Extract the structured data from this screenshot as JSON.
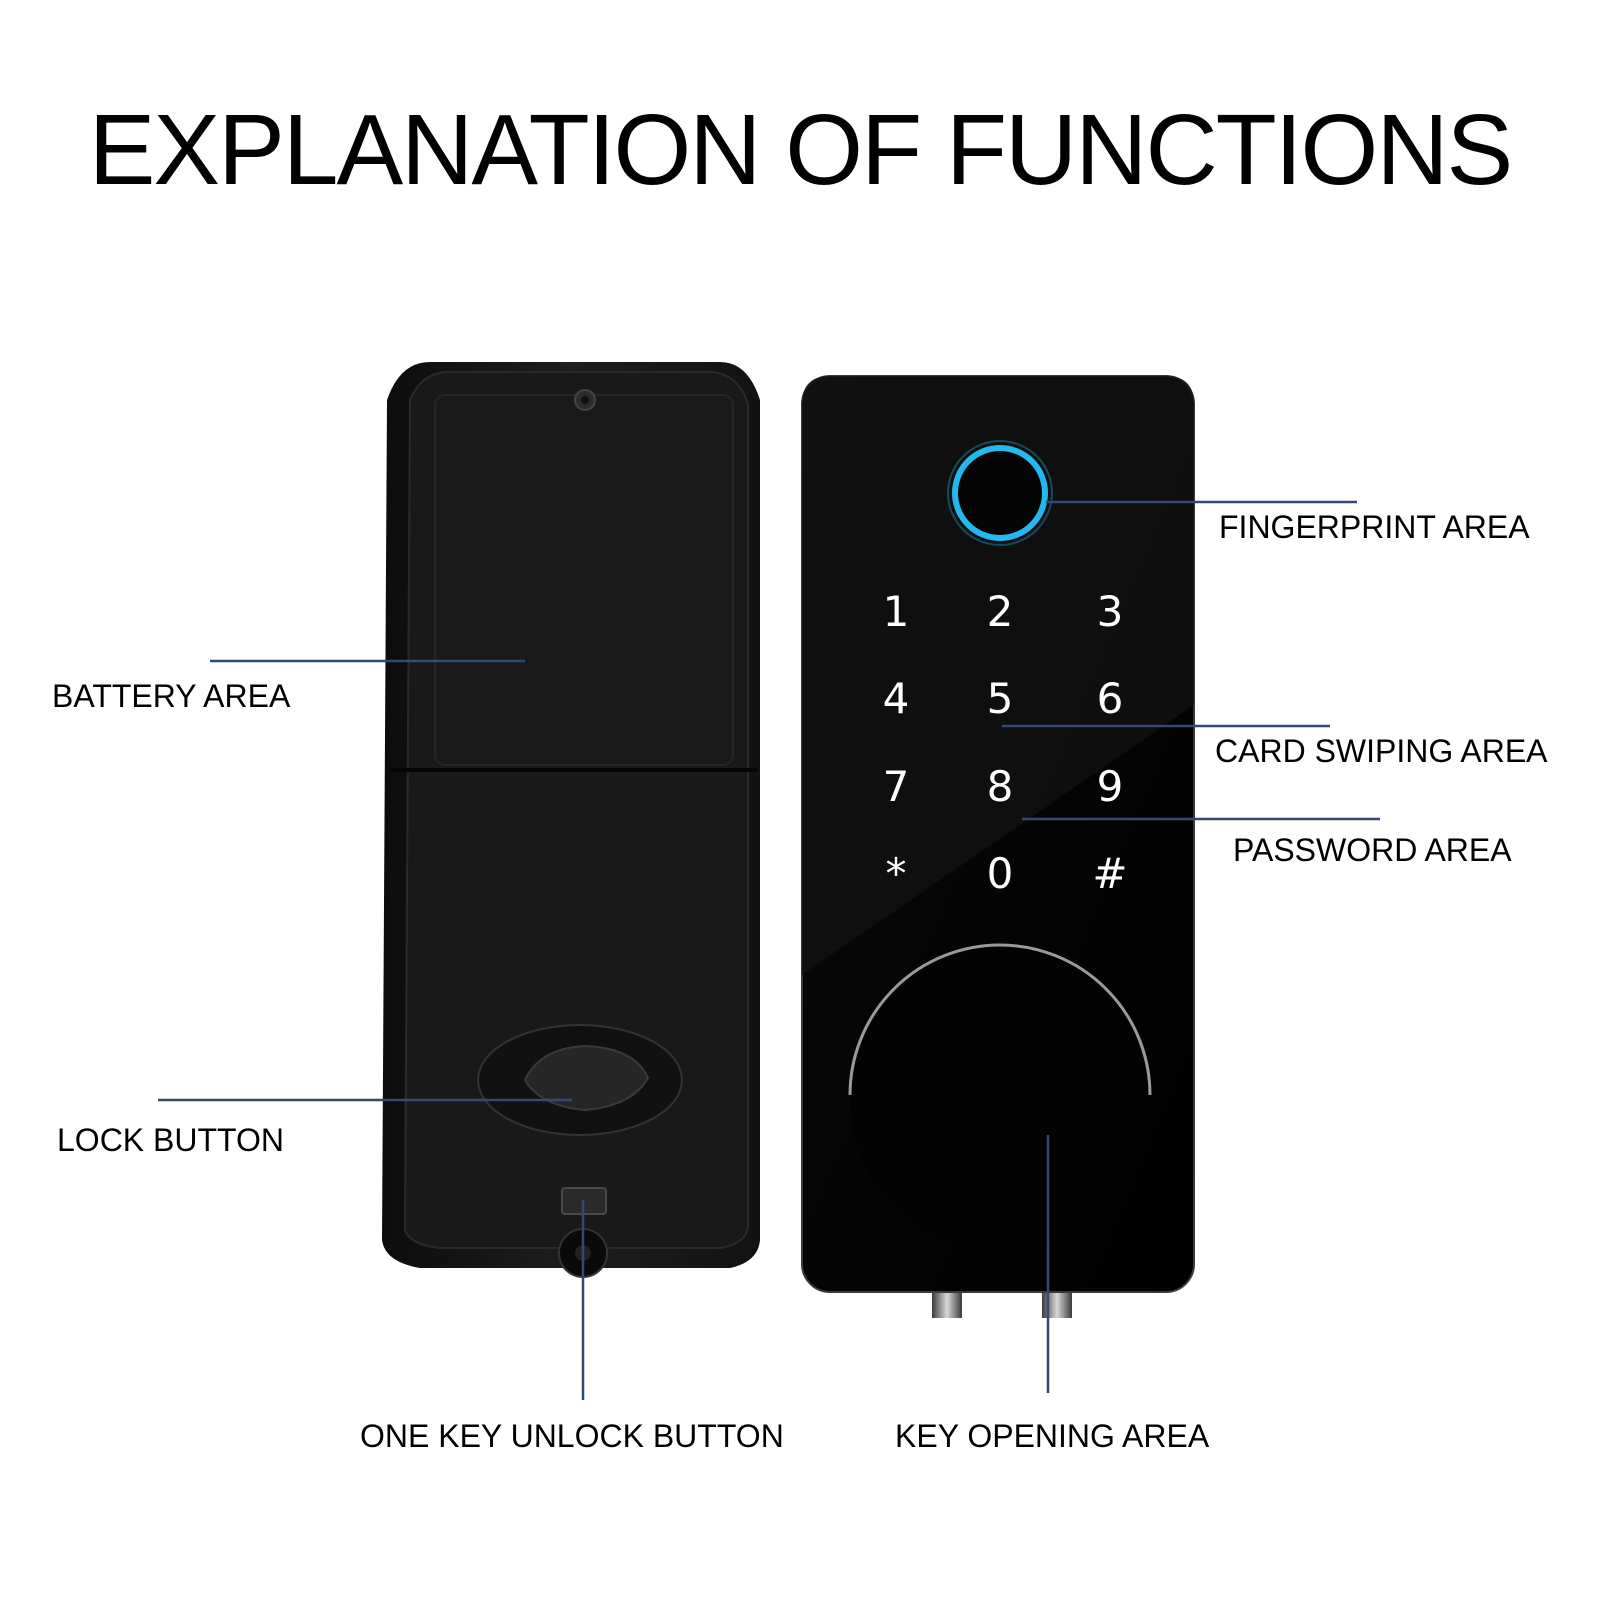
{
  "title": "EXPLANATION OF FUNCTIONS",
  "labels": {
    "battery": "BATTERY AREA",
    "lock_button": "LOCK BUTTON",
    "one_key_unlock": "ONE KEY UNLOCK BUTTON",
    "fingerprint": "FINGERPRINT AREA",
    "card_swiping": "CARD SWIPING AREA",
    "password": "PASSWORD AREA",
    "key_opening": "KEY OPENING AREA"
  },
  "keypad": [
    "1",
    "2",
    "3",
    "4",
    "5",
    "6",
    "7",
    "8",
    "9",
    "*",
    "0",
    "#"
  ],
  "colors": {
    "leader_line": "#2d4a7a",
    "fingerprint_ring": "#22b8f0",
    "lock_body": "#1b1b1b",
    "panel_face": "#050505",
    "knob_ring": "#9a9a9a"
  },
  "icons": [
    "screw-icon",
    "fingerprint-ring-icon",
    "thumbturn-icon",
    "keyhole-icon"
  ]
}
